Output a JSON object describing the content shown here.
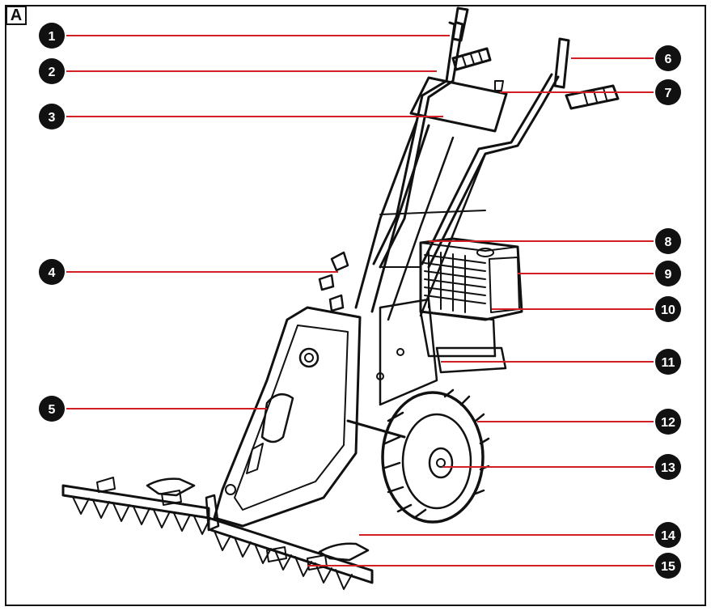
{
  "panel_label": "A",
  "leader_color": "#d21f26",
  "badge_color": "#111111",
  "callouts": [
    {
      "id": "1",
      "label": "1"
    },
    {
      "id": "2",
      "label": "2"
    },
    {
      "id": "3",
      "label": "3"
    },
    {
      "id": "4",
      "label": "4"
    },
    {
      "id": "5",
      "label": "5"
    },
    {
      "id": "6",
      "label": "6"
    },
    {
      "id": "7",
      "label": "7"
    },
    {
      "id": "8",
      "label": "8"
    },
    {
      "id": "9",
      "label": "9"
    },
    {
      "id": "10",
      "label": "10"
    },
    {
      "id": "11",
      "label": "11"
    },
    {
      "id": "12",
      "label": "12"
    },
    {
      "id": "13",
      "label": "13"
    },
    {
      "id": "14",
      "label": "14"
    },
    {
      "id": "15",
      "label": "15"
    }
  ]
}
